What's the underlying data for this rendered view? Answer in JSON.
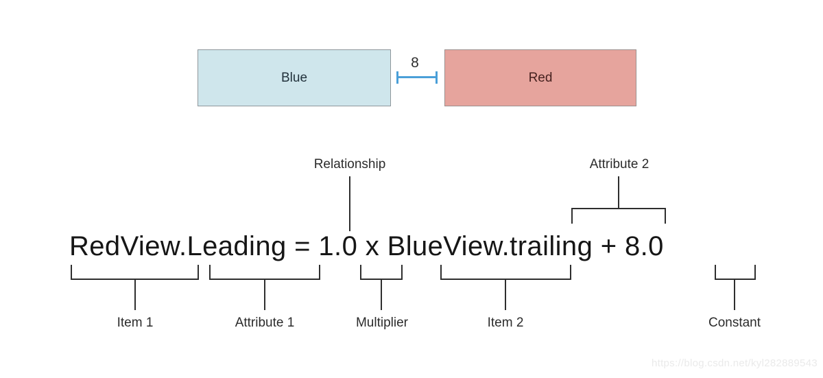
{
  "diagram": {
    "blue_box": {
      "label": "Blue",
      "fill": "#cfe6ec",
      "border": "#8e969b",
      "text_color": "#22323c"
    },
    "red_box": {
      "label": "Red",
      "fill": "#e6a49d",
      "border": "#9b8f8d",
      "text_color": "#46211f"
    },
    "spacing": {
      "value": "8",
      "line_color": "#4a9fd8"
    }
  },
  "equation": {
    "text": "RedView.Leading = 1.0 x BlueView.trailing + 8.0",
    "color": "#161616"
  },
  "annotations": {
    "relationship": "Relationship",
    "attribute2": "Attribute 2",
    "item1": "Item 1",
    "attribute1": "Attribute 1",
    "multiplier": "Multiplier",
    "item2": "Item 2",
    "constant": "Constant"
  },
  "watermark": "https://blog.csdn.net/kyl282889543"
}
